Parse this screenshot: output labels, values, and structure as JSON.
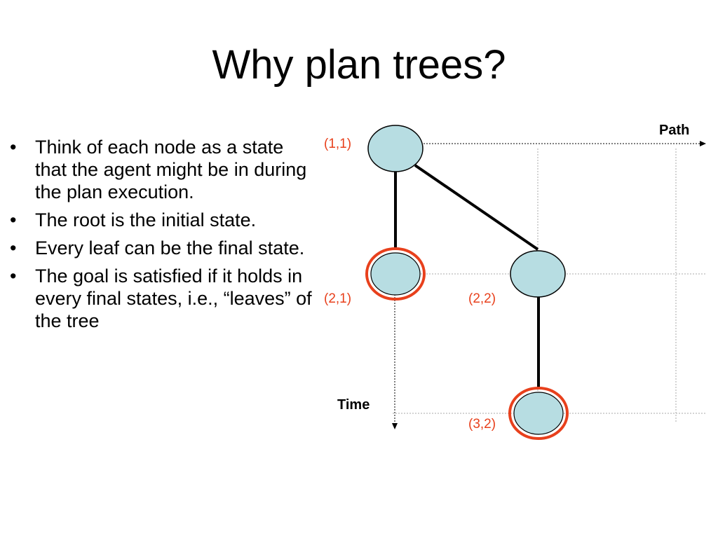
{
  "slide": {
    "title": "Why plan trees?"
  },
  "bullets": [
    {
      "marker": "•",
      "text": "Think of each node as a state that the agent might be in during the plan execution."
    },
    {
      "marker": "•",
      "text": "The root is the initial state."
    },
    {
      "marker": "•",
      "text": "Every leaf can be the final state."
    },
    {
      "marker": "•",
      "text": "The goal is satisfied if it holds in every final states, i.e., “leaves” of the tree"
    }
  ],
  "diagram": {
    "axis_x_label": "Path",
    "axis_y_label": "Time",
    "nodes": [
      {
        "id": "n11",
        "label": "(1,1)",
        "leaf": false
      },
      {
        "id": "n21",
        "label": "(2,1)",
        "leaf": true
      },
      {
        "id": "n22",
        "label": "(2,2)",
        "leaf": false
      },
      {
        "id": "n32",
        "label": "(3,2)",
        "leaf": true
      }
    ],
    "colors": {
      "node_fill": "#b7dde2",
      "node_stroke": "#000000",
      "leaf_ring": "#e8401c",
      "label_color": "#e8401c",
      "grid": "#aaaaaa",
      "edge": "#000000"
    }
  }
}
